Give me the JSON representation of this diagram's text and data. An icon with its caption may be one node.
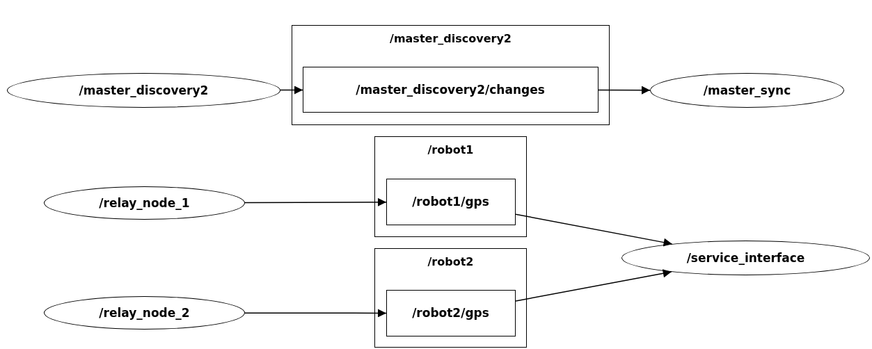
{
  "diagram": {
    "nodes": [
      {
        "text": [
          "/master_discovery2"
        ]
      },
      {
        "text": [
          "/master_discovery2/changes"
        ],
        "in": 0
      },
      {
        "text": [
          "/master_discovery2"
        ]
      },
      {
        "text": [
          "/master_sync"
        ]
      },
      {
        "text": [
          "/robot1"
        ]
      },
      {
        "text": [
          "/robot1/gps"
        ],
        "in": 4
      },
      {
        "text": [
          "/relay_node_1"
        ]
      },
      {
        "text": [
          "/robot2"
        ]
      },
      {
        "text": [
          "/robot2/gps"
        ],
        "in": 7
      },
      {
        "text": [
          "/relay_node_2"
        ]
      },
      {
        "text": [
          "/service_interface"
        ]
      }
    ],
    "edges": [
      {
        "from": 2,
        "to": 1,
        "arrow": "to"
      },
      {
        "from": 1,
        "to": 3,
        "arrow": "to"
      },
      {
        "from": 6,
        "to": 5,
        "arrow": "to"
      },
      {
        "from": 9,
        "to": 8,
        "arrow": "to"
      },
      {
        "from": 5,
        "to": 10,
        "arrow": "to"
      },
      {
        "from": 8,
        "to": 10,
        "arrow": "to"
      }
    ]
  }
}
